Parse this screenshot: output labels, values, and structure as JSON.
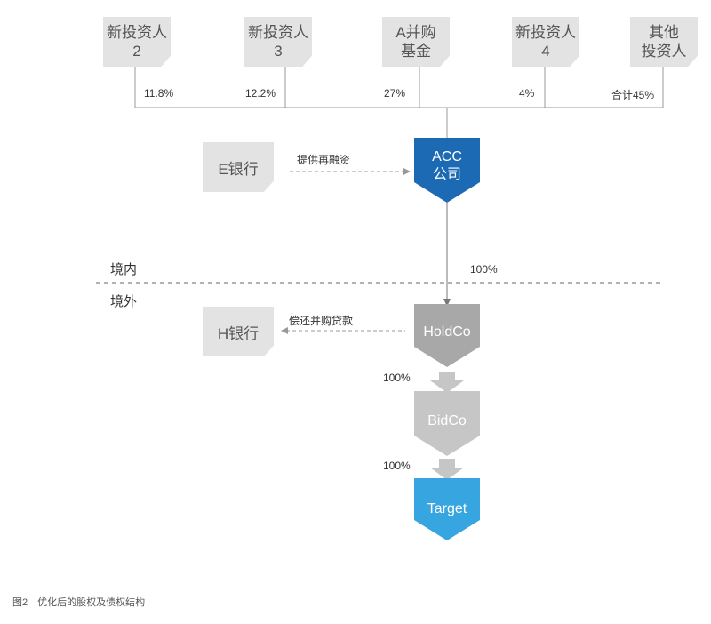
{
  "investors": [
    {
      "line1": "新投资人",
      "line2": "2",
      "pct": "11.8%"
    },
    {
      "line1": "新投资人",
      "line2": "3",
      "pct": "12.2%"
    },
    {
      "line1": "A并购",
      "line2": "基金",
      "pct": "27%"
    },
    {
      "line1": "新投资人",
      "line2": "4",
      "pct": "4%"
    },
    {
      "line1": "其他",
      "line2": "投资人",
      "pct": "合计45%"
    }
  ],
  "e_bank": "E银行",
  "h_bank": "H银行",
  "acc": {
    "line1": "ACC",
    "line2": "公司"
  },
  "holdco": "HoldCo",
  "bidco": "BidCo",
  "target": "Target",
  "labels": {
    "refinance": "提供再融资",
    "repay": "偿还并购贷款",
    "acc_holdco_pct": "100%",
    "holdco_bidco_pct": "100%",
    "bidco_target_pct": "100%"
  },
  "regions": {
    "domestic": "境内",
    "overseas": "境外"
  },
  "caption": "图2　优化后的股权及债权结构",
  "colors": {
    "acc": "#1c6ab3",
    "holdco": "#a8a8a8",
    "bidco": "#c6c6c6",
    "target": "#37a6e0",
    "box": "#e3e3e3"
  }
}
